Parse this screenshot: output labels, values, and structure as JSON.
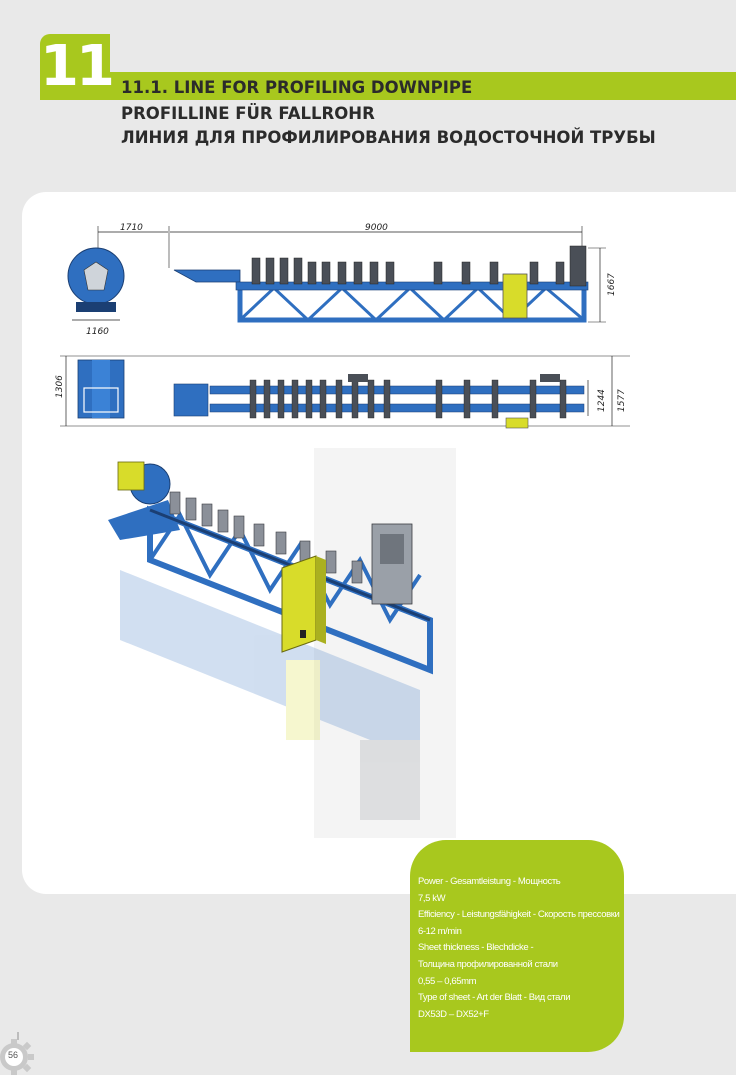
{
  "chapter": "11",
  "titles": {
    "en": "11.1. LINE FOR PROFILING DOWNPIPE",
    "de": "PROFILLINE FÜR FALLROHR",
    "ru": "ЛИНИЯ ДЛЯ ПРОФИЛИРОВАНИЯ ВОДОСТОЧНОЙ ТРУБЫ"
  },
  "dimensions": {
    "decoiler_distance": "1710",
    "line_length": "9000",
    "decoiler_width": "1160",
    "line_height": "1667",
    "decoiler_height": "1306",
    "line_width_inner": "1244",
    "line_width_outer": "1577"
  },
  "specs": {
    "power_label": "Power - Gesamtleistung - Мощность",
    "power_value": "7,5 kW",
    "efficiency_label": "Efficiency - Leistungsfähigkeit - Скорость прессовки",
    "efficiency_value": "6-12 m/min",
    "thickness_label_1": "Sheet thickness - Blechdicke -",
    "thickness_label_2": "Толщина профилированной стали",
    "thickness_value": "0,55 – 0,65mm",
    "sheet_type_label": "Type of sheet - Art der Blatt - Вид стали",
    "sheet_type_value": "DX53D – DX52+F"
  },
  "page_number": "56",
  "colors": {
    "accent": "#a8c81e",
    "machine_blue": "#2f6fc0",
    "panel_yellow": "#d8dc2a"
  }
}
